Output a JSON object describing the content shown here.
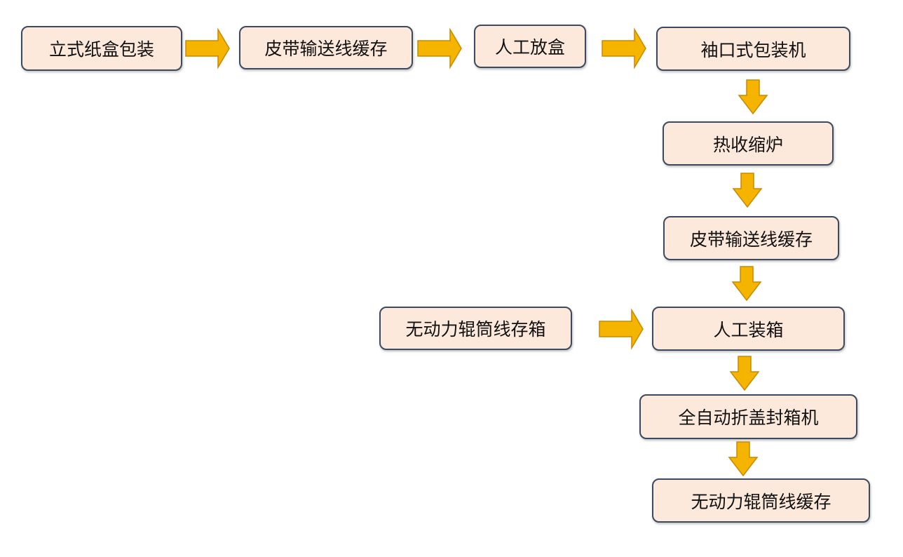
{
  "steps": {
    "s1": "立式纸盒包装",
    "s2": "皮带输送线缓存",
    "s3": "人工放盒",
    "s4": "袖口式包装机",
    "s5": "热收缩炉",
    "s6": "皮带输送线缓存",
    "s7": "无动力辊筒线存箱",
    "s8": "人工装箱",
    "s9": "全自动折盖封箱机",
    "s10": "无动力辊筒线缓存"
  },
  "colors": {
    "box_fill": "#fde9dc",
    "box_border": "#3b4a5e",
    "arrow_fill": "#f5b400"
  }
}
